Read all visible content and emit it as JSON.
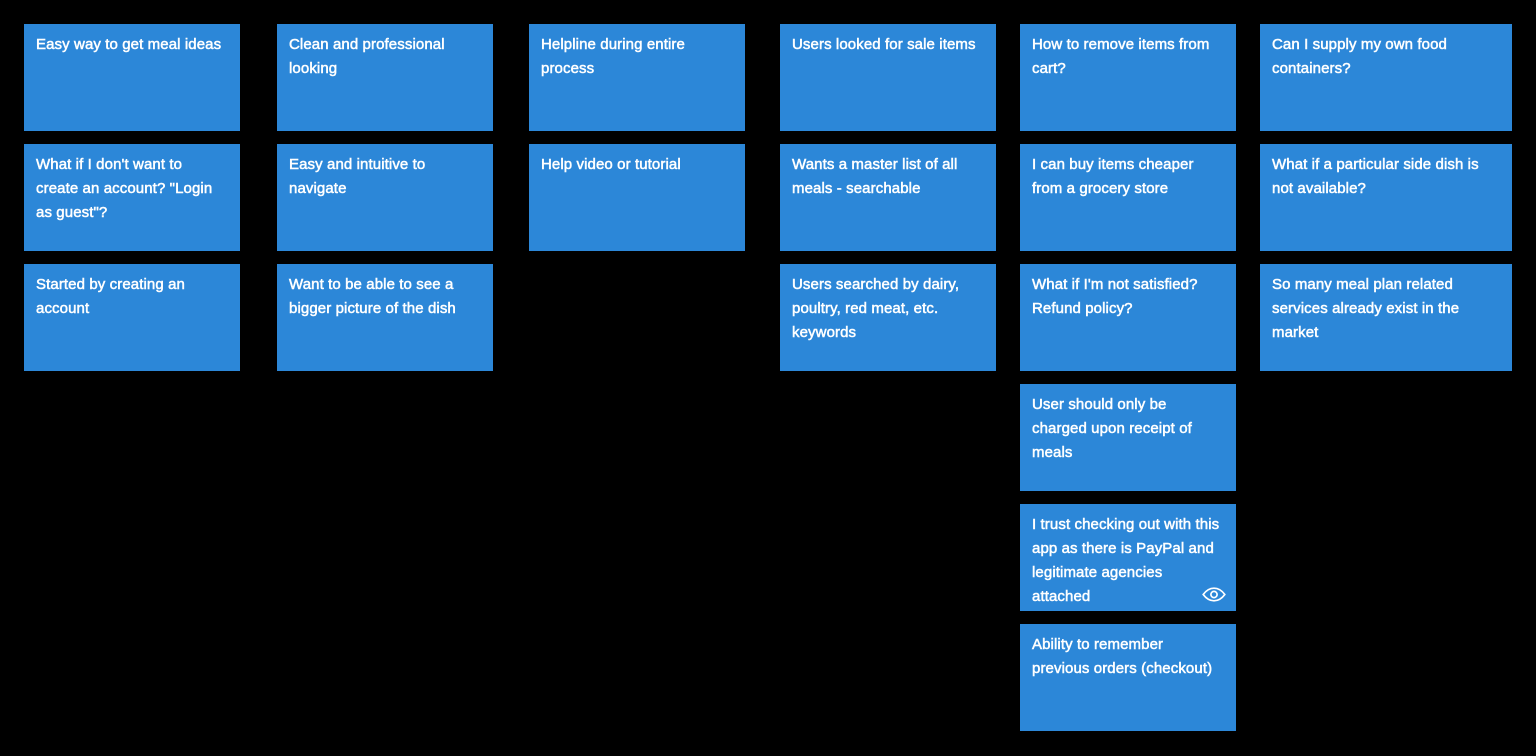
{
  "board": {
    "background_color": "#000000",
    "note_color": "#2C87D8",
    "note_text_color": "#FFFFFF"
  },
  "columns": [
    {
      "notes": [
        {
          "text": "Easy way to get meal ideas"
        },
        {
          "text": "What if I don't want to create an account? \"Login as guest\"?"
        },
        {
          "text": "Started by creating an account"
        }
      ]
    },
    {
      "notes": [
        {
          "text": "Clean and professional looking"
        },
        {
          "text": "Easy and intuitive to navigate"
        },
        {
          "text": "Want to be able to see a bigger picture of the dish"
        }
      ]
    },
    {
      "notes": [
        {
          "text": "Helpline during entire process"
        },
        {
          "text": "Help video or tutorial"
        }
      ]
    },
    {
      "notes": [
        {
          "text": "Users looked for sale items"
        },
        {
          "text": "Wants a master list of all meals - searchable"
        },
        {
          "text": "Users searched by dairy, poultry, red meat, etc. keywords"
        }
      ]
    },
    {
      "notes": [
        {
          "text": "How to remove items from cart?"
        },
        {
          "text": "I can buy items cheaper from a grocery store"
        },
        {
          "text": "What if I'm not satisfied? Refund policy?"
        },
        {
          "text": "User should only be charged upon receipt of meals"
        },
        {
          "text": "I trust checking out with this app as there is PayPal and legitimate agencies attached",
          "icon": "eye-icon"
        },
        {
          "text": "Ability to remember previous orders (checkout)"
        }
      ]
    },
    {
      "notes": [
        {
          "text": "Can I supply my own food containers?"
        },
        {
          "text": "What if a particular side dish is not available?"
        },
        {
          "text": "So many meal plan related services already exist in the market"
        }
      ]
    }
  ]
}
